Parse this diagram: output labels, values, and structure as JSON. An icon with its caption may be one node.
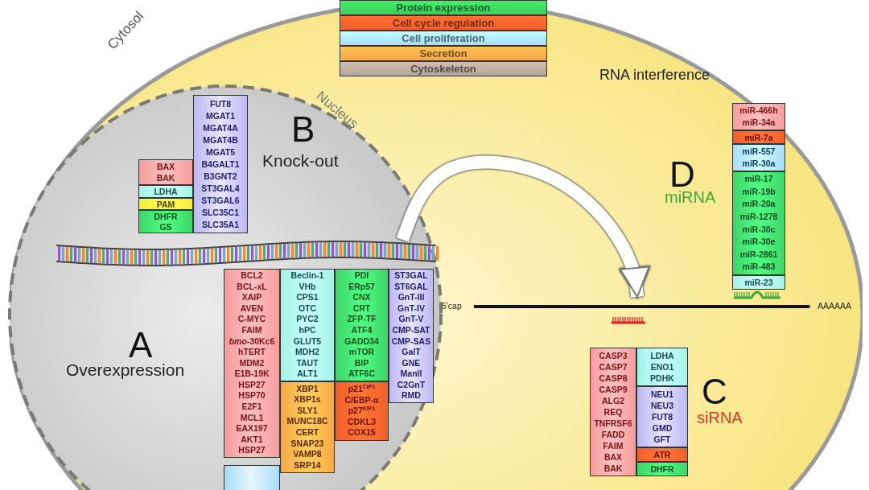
{
  "diagram": {
    "nodes": [
      {
        "text": [
          "Cytosol"
        ]
      },
      {
        "text": [
          "Nucleus"
        ],
        "in": 0
      },
      {
        "text": [
          "FUT8",
          "MGAT1",
          "MGAT4A",
          "MGAT4B",
          "MGAT5",
          "B4GALT1",
          "B3GNT2",
          "ST3GAL4",
          "ST3GAL6",
          "SLC35C1",
          "SLC35A1"
        ],
        "in": 1
      },
      {
        "text": [
          "BAX",
          "BAK"
        ],
        "in": 1
      },
      {
        "text": [
          "LDHA"
        ],
        "in": 1
      },
      {
        "text": [
          "PAM"
        ],
        "in": 1
      },
      {
        "text": [
          "DHFR",
          "GS"
        ],
        "in": 1
      },
      {
        "text": [],
        "shape": "bar",
        "in": 1
      },
      {
        "text": [
          "BCL2",
          "BCL-xL",
          "XAIP",
          "AVEN",
          "C-MYC",
          "FAIM",
          "*bmo*-30Kc6",
          "hTERT",
          "MDM2",
          "E1B-19K",
          "HSP27",
          "HSP70",
          "E2F1",
          "MCL1",
          "EAX197",
          "AKT1",
          "HSP27"
        ],
        "in": 1
      },
      {
        "text": [],
        "shape": "box",
        "in": 1
      },
      {
        "text": [
          "Beclin-1",
          "VHb",
          "CPS1",
          "OTC",
          "PYC2",
          "hPC",
          "GLUT5",
          "MDH2",
          "TAUT",
          "ALT1"
        ],
        "in": 1
      },
      {
        "text": [
          "XBP1",
          "XBP1s",
          "SLY1",
          "MUNC18C",
          "CERT",
          "SNAP23",
          "VAMP8",
          "SRP14"
        ],
        "in": 1
      },
      {
        "text": [
          "PDI",
          "ERp57",
          "CNX",
          "CRT",
          "ZFP-TF",
          "ATF4",
          "GADD34",
          "mTOR",
          "BIP",
          "ATF6C"
        ],
        "in": 1
      },
      {
        "text": [
          "p21$^{CIP1}$",
          "C/EBP-α",
          "p27$^{KIP1}$",
          "CDKL3",
          "COX15"
        ],
        "in": 1
      },
      {
        "text": [
          "ST3GAL",
          "ST6GAL",
          "GnT-III",
          "GnT-IV",
          "GnT-V",
          "CMP-SAT",
          "CMP-SAS",
          "GalT",
          "GNE",
          "ManII",
          "C2GnT",
          "RMD"
        ],
        "in": 1
      },
      {
        "text": [
          "miR-466h",
          "miR-34a"
        ],
        "in": 0
      },
      {
        "text": [
          "miR-7a"
        ],
        "in": 0
      },
      {
        "text": [
          "miR-557",
          "miR-30a"
        ],
        "in": 0
      },
      {
        "text": [
          "miR-17",
          "miR-19b",
          "miR-20a",
          "miR-1278",
          "miR-30c",
          "miR-30e",
          "miR-2861",
          "miR-483"
        ],
        "in": 0
      },
      {
        "text": [
          "miR-23"
        ],
        "in": 0
      },
      {
        "text": [
          "5'cap",
          "AAAAAA"
        ],
        "in": 0
      },
      {
        "text": [
          "CASP3",
          "CASP7",
          "CASP8",
          "CASP9",
          "ALG2",
          "REQ",
          "TNFRSF6",
          "FADD",
          "FAIM",
          "BAX",
          "BAK"
        ],
        "in": 0
      },
      {
        "text": [
          "LDHA",
          "ENO1",
          "PDHK"
        ],
        "in": 0
      },
      {
        "text": [
          "NEU1",
          "NEU3",
          "FUT8",
          "GMD",
          "GFT"
        ],
        "in": 0
      },
      {
        "text": [
          "ATR"
        ],
        "in": 0
      },
      {
        "text": [
          "DHFR"
        ],
        "in": 0
      }
    ],
    "edges": [
      {
        "from": 7,
        "to": 20,
        "arrow": "to"
      }
    ],
    "labels": [
      "RNA interference",
      "B",
      "Knock-out",
      "D",
      "miRNA",
      "A",
      "Overexpression",
      "C",
      "siRNA"
    ],
    "legend": [
      {
        "text": "Protein expression",
        "color": "#3ccf5c"
      },
      {
        "text": "Cell cycle regulation",
        "color": "#f0602a"
      },
      {
        "text": "Cell proliferation",
        "color": "#a8dcf8"
      },
      {
        "text": "Secretion",
        "color": "#f7a848"
      },
      {
        "text": "Cytoskeleton",
        "color": "#b5a59a"
      }
    ]
  }
}
